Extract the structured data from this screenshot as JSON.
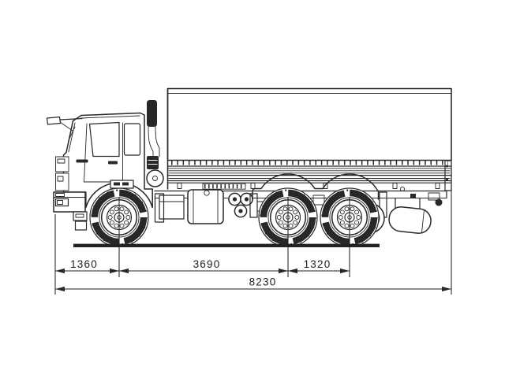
{
  "figure": {
    "kind": "technical dimension drawing",
    "subject": "three-axle flatbed truck with tarpaulin cover, side view",
    "ink_color": "#2a272a",
    "background_color": "#ffffff"
  },
  "dimensions": {
    "row1": [
      {
        "id": "front-overhang",
        "label": "1360"
      },
      {
        "id": "wheelbase",
        "label": "3690"
      },
      {
        "id": "rear-bogie-spacing",
        "label": "1320"
      }
    ],
    "overall": {
      "id": "overall-length",
      "label": "8230"
    }
  }
}
